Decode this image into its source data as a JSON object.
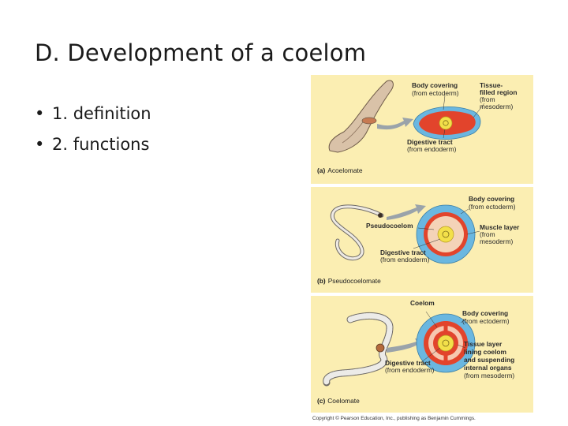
{
  "slide": {
    "title": "D.  Development of a coelom",
    "bullets": [
      {
        "marker": "•",
        "text": "1.  definition"
      },
      {
        "marker": "•",
        "text": "2.  functions"
      }
    ]
  },
  "figure": {
    "panel_a": {
      "caption_letter": "(a)",
      "caption": "Acoelomate",
      "labels": {
        "body_covering_1": "Body covering",
        "body_covering_2": "(from ectoderm)",
        "tissue_1": "Tissue-",
        "tissue_2": "filled region",
        "tissue_3": "(from",
        "tissue_4": "mesoderm)",
        "digestive_1": "Digestive tract",
        "digestive_2": "(from endoderm)"
      }
    },
    "panel_b": {
      "caption_letter": "(b)",
      "caption": "Pseudocoelomate",
      "labels": {
        "body_covering_1": "Body covering",
        "body_covering_2": "(from ectoderm)",
        "pseudocoelom": "Pseudocoelom",
        "muscle_1": "Muscle layer",
        "muscle_2": "(from",
        "muscle_3": "mesoderm)",
        "digestive_1": "Digestive tract",
        "digestive_2": "(from endoderm)"
      }
    },
    "panel_c": {
      "caption_letter": "(c)",
      "caption": "Coelomate",
      "labels": {
        "coelom": "Coelom",
        "body_covering_1": "Body covering",
        "body_covering_2": "(from ectoderm)",
        "tissue_1": "Tissue layer",
        "tissue_2": "lining coelom",
        "tissue_3": "and suspending",
        "tissue_4": "internal organs",
        "tissue_5": "(from mesoderm)",
        "digestive_1": "Digestive tract",
        "digestive_2": "(from endoderm)"
      }
    },
    "copyright": "Copyright © Pearson Education, Inc., publishing as Benjamin Cummings."
  },
  "colors": {
    "panel_bg": "#fbeeb2",
    "ectoderm": "#6ab7e0",
    "mesoderm": "#e2442c",
    "endoderm": "#f3e04a",
    "arrow": "#9aa3aa"
  }
}
